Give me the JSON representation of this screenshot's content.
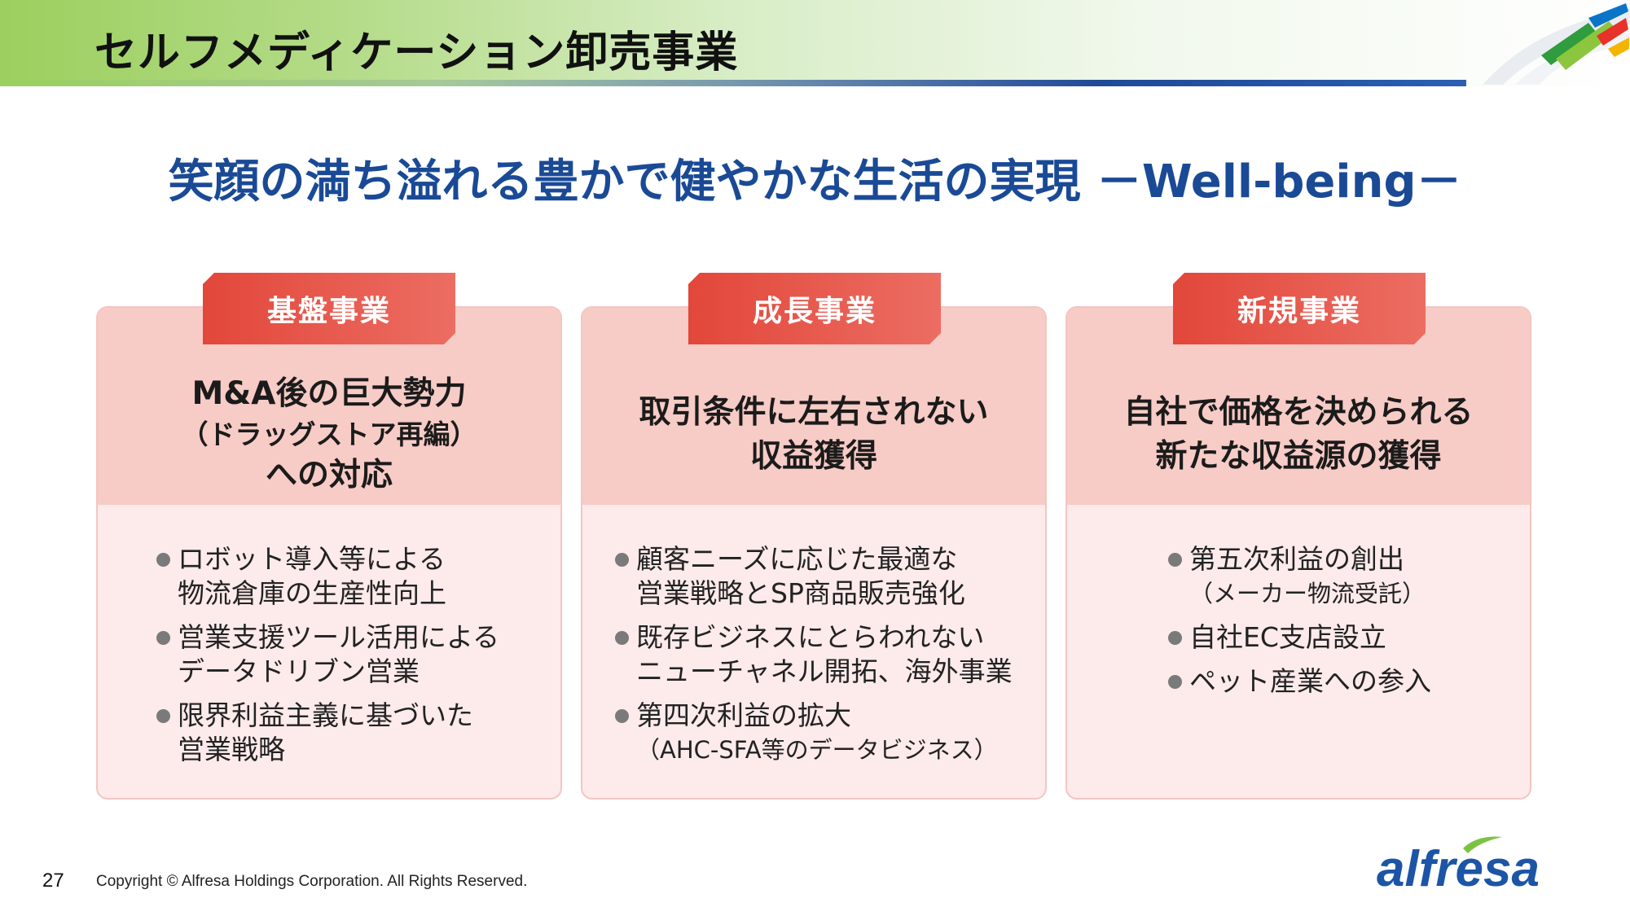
{
  "header": {
    "title": "セルフメディケーション卸売事業"
  },
  "tagline": "笑顔の満ち溢れる豊かで健やかな生活の実現 －Well-being－",
  "cards": [
    {
      "tab": "基盤事業",
      "heading": [
        "M&A後の巨大勢力",
        "（ドラッグストア再編）",
        "への対応"
      ],
      "bullets": [
        [
          "ロボット導入等による",
          "物流倉庫の生産性向上"
        ],
        [
          "営業支援ツール活用による",
          "データドリブン営業"
        ],
        [
          "限界利益主義に基づいた",
          "営業戦略"
        ]
      ]
    },
    {
      "tab": "成長事業",
      "heading": [
        "取引条件に左右されない",
        "収益獲得"
      ],
      "bullets": [
        [
          "顧客ニーズに応じた最適な",
          "営業戦略とSP商品販売強化"
        ],
        [
          "既存ビジネスにとらわれない",
          "ニューチャネル開拓、海外事業"
        ],
        [
          "第四次利益の拡大",
          "（AHC-SFA等のデータビジネス）"
        ]
      ]
    },
    {
      "tab": "新規事業",
      "heading": [
        "自社で価格を決められる",
        "新たな収益源の獲得"
      ],
      "bullets": [
        [
          "第五次利益の創出",
          "（メーカー物流受託）"
        ],
        [
          "自社EC支店設立"
        ],
        [
          "ペット産業への参入"
        ]
      ]
    }
  ],
  "footer": {
    "page_number": "27",
    "copyright": "Copyright © Alfresa Holdings Corporation. All Rights Reserved.",
    "brand": "alfresa"
  },
  "colors": {
    "header_green": "#9ccf5e",
    "header_rule_blue": "#1f4a96",
    "tagline_blue": "#1a4a96",
    "tab_red": "#e2473a",
    "card_top_pink": "#f7cbc6",
    "card_bottom_pink": "#fdeaea",
    "brand_blue": "#1d55a6"
  }
}
